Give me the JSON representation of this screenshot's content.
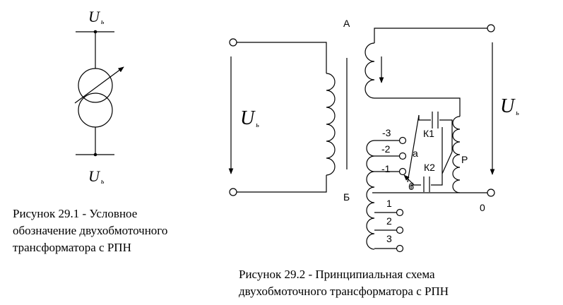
{
  "fig1": {
    "u_top": "U",
    "u_top_sub": "ь",
    "u_bottom": "U",
    "u_bottom_sub": "ь",
    "caption_lines": [
      "Рисунок  29.1 -  Условное",
      "обозначение двухобмоточного",
      "трансформатора с РПН"
    ]
  },
  "fig2": {
    "u_left": "U",
    "u_left_sub": "ь",
    "u_right": "U",
    "u_right_sub": "ь",
    "label_a_upper": "А",
    "label_b_upper": "Б",
    "label_k1": "К1",
    "label_k2": "К2",
    "label_p": "Р",
    "label_a": "а",
    "label_b": "б",
    "tap_labels": [
      "-3",
      "-2",
      "-1",
      "1",
      "2",
      "3"
    ],
    "label_zero": "0",
    "caption_lines": [
      "Рисунок  29.2 -  Принципиальная схема",
      "двухобмоточного трансформатора с РПН"
    ]
  }
}
